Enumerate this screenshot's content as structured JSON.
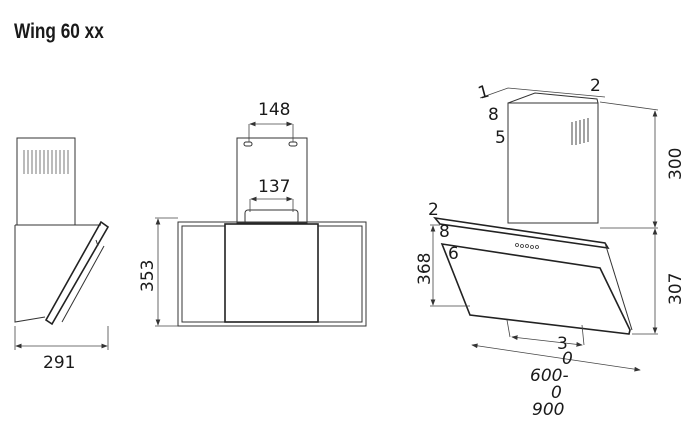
{
  "title": "Wing 60 xx",
  "side_view": {
    "width_label": "291"
  },
  "front_view": {
    "top_spacing_label": "148",
    "bracket_spacing_label": "137",
    "height_label": "353"
  },
  "iso_view": {
    "chimney_depth_digits": [
      "1",
      "8",
      "5"
    ],
    "chimney_width_digit": "2",
    "chimney_height_label": "300",
    "body_height_right_label": "307",
    "body_depth_digits": [
      "2",
      "8",
      "6"
    ],
    "body_height_left_label": "368",
    "inner_width_digit": "3",
    "width_range_lines": [
      "0",
      "600-",
      "0",
      "900"
    ]
  }
}
